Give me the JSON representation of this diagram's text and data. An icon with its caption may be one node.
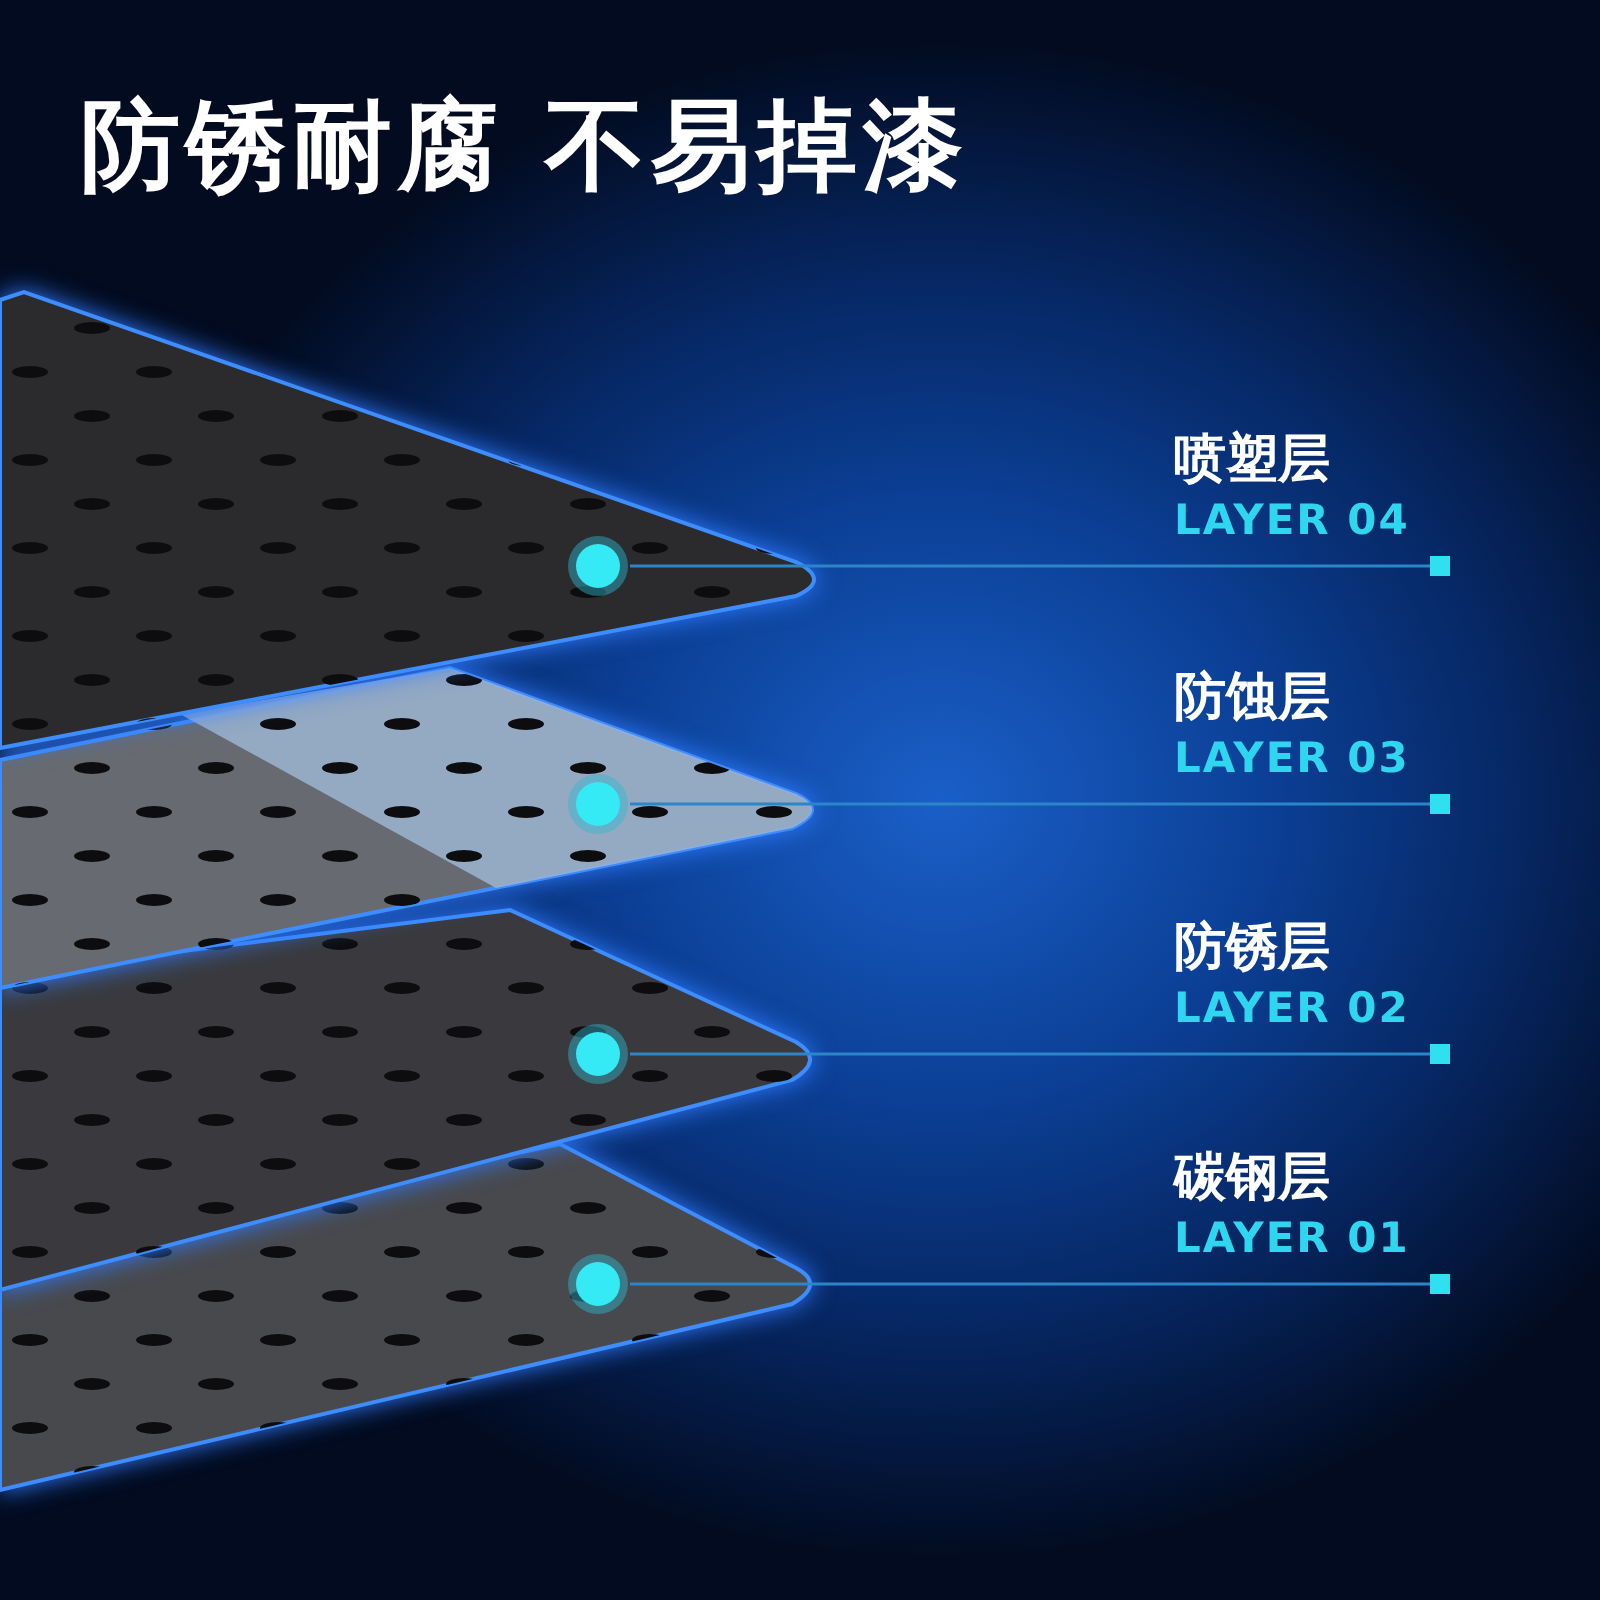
{
  "diagram": {
    "title": "防锈耐腐 不易掉漆",
    "nodes": [
      {
        "text": [],
        "shape": "picture"
      },
      {
        "text": [],
        "shape": "picture"
      },
      {
        "text": [],
        "shape": "picture"
      },
      {
        "text": [],
        "shape": "picture"
      },
      {
        "text": [],
        "shape": "circle",
        "in": 0
      },
      {
        "text": [],
        "shape": "circle",
        "in": 1
      },
      {
        "text": [],
        "shape": "circle",
        "in": 2
      },
      {
        "text": [],
        "shape": "circle",
        "in": 3
      },
      {
        "text": [
          "喷塑层",
          "LAYER 04"
        ]
      },
      {
        "text": [
          "防蚀层",
          "LAYER 03"
        ]
      },
      {
        "text": [
          "防锈层",
          "LAYER 02"
        ]
      },
      {
        "text": [
          "碳钢层",
          "LAYER 01"
        ]
      }
    ],
    "edges": [
      {
        "from": 8,
        "to": 4,
        "arrow": "other"
      },
      {
        "from": 9,
        "to": 5,
        "arrow": "other"
      },
      {
        "from": 10,
        "to": 6,
        "arrow": "other"
      },
      {
        "from": 11,
        "to": 7,
        "arrow": "other"
      }
    ]
  }
}
